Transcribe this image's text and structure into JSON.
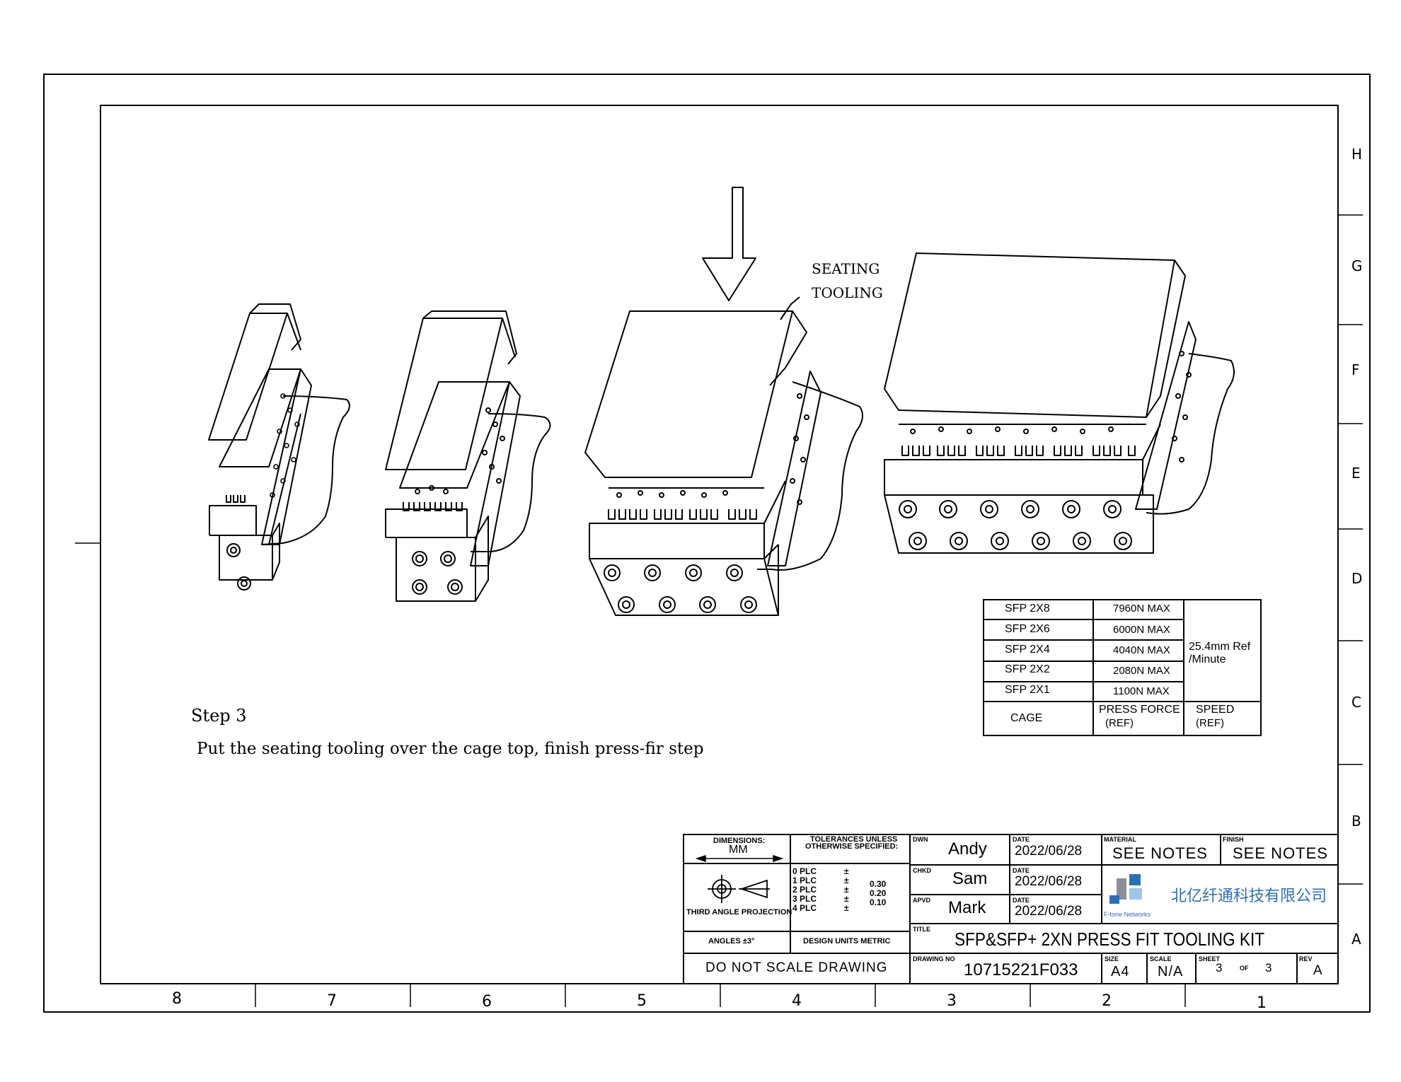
{
  "callout": {
    "line1": "SEATING",
    "line2": "TOOLING"
  },
  "note": {
    "step": "Step 3",
    "text": "Put the seating tooling over the cage top, finish press-fir step"
  },
  "zones": {
    "columns": [
      "8",
      "7",
      "6",
      "5",
      "4",
      "3",
      "2",
      "1"
    ],
    "rows": [
      "H",
      "G",
      "F",
      "E",
      "D",
      "C",
      "B",
      "A"
    ]
  },
  "force_table": {
    "rows": [
      {
        "cage": "SFP 2X8",
        "force": "7960N MAX"
      },
      {
        "cage": "SFP 2X6",
        "force": "6000N MAX"
      },
      {
        "cage": "SFP 2X4",
        "force": "4040N MAX"
      },
      {
        "cage": "SFP 2X2",
        "force": "2080N MAX"
      },
      {
        "cage": "SFP 2X1",
        "force": "1100N MAX"
      }
    ],
    "speed_line1": "25.4mm Ref",
    "speed_line2": "/Minute",
    "header_cage": "CAGE",
    "header_force_1": "PRESS FORCE",
    "header_force_2": "(REF)",
    "header_speed_1": "SPEED",
    "header_speed_2": "(REF)"
  },
  "title_block": {
    "dimensions_label": "DIMENSIONS:",
    "dimensions_value": "MM",
    "tolerances_label_1": "TOLERANCES UNLESS",
    "tolerances_label_2": "OTHERWISE SPECIFIED:",
    "plc": [
      {
        "label": "0 PLC",
        "sign": "±",
        "value": ""
      },
      {
        "label": "1 PLC",
        "sign": "±",
        "value": "0.30"
      },
      {
        "label": "2 PLC",
        "sign": "±",
        "value": "0.20"
      },
      {
        "label": "3 PLC",
        "sign": "±",
        "value": "0.10"
      },
      {
        "label": "4 PLC",
        "sign": "±",
        "value": ""
      }
    ],
    "projection": "THIRD ANGLE PROJECTION",
    "angles": "ANGLES ±3°",
    "design_units": "DESIGN UNITS METRIC",
    "do_not_scale": "DO NOT SCALE DRAWING",
    "dwn_label": "DWN",
    "dwn": "Andy",
    "chkd_label": "CHKD",
    "chkd": "Sam",
    "apvd_label": "APVD",
    "apvd": "Mark",
    "date_label": "DATE",
    "date_dwn": "2022/06/28",
    "date_chkd": "2022/06/28",
    "date_apvd": "2022/06/28",
    "material_label": "MATERIAL",
    "material": "SEE NOTES",
    "finish_label": "FINISH",
    "finish": "SEE NOTES",
    "company_cn": "北亿纤通科技有限公司",
    "company_en": "F-tone Networks",
    "title_label": "TITLE",
    "title": "SFP&SFP+ 2XN PRESS FIT TOOLING KIT",
    "drawing_no_label": "DRAWING NO",
    "drawing_no": "10715221F033",
    "size_label": "SIZE",
    "size": "A4",
    "scale_label": "SCALE",
    "scale": "N/A",
    "sheet_label": "SHEET",
    "sheet": "3",
    "of": "OF",
    "sheet_total": "3",
    "rev_label": "REV",
    "rev": "A"
  },
  "colors": {
    "line": "#000000",
    "logo_blue": "#2c6fb8",
    "logo_grey": "#8a8f99",
    "logo_light": "#9fc6e8"
  }
}
